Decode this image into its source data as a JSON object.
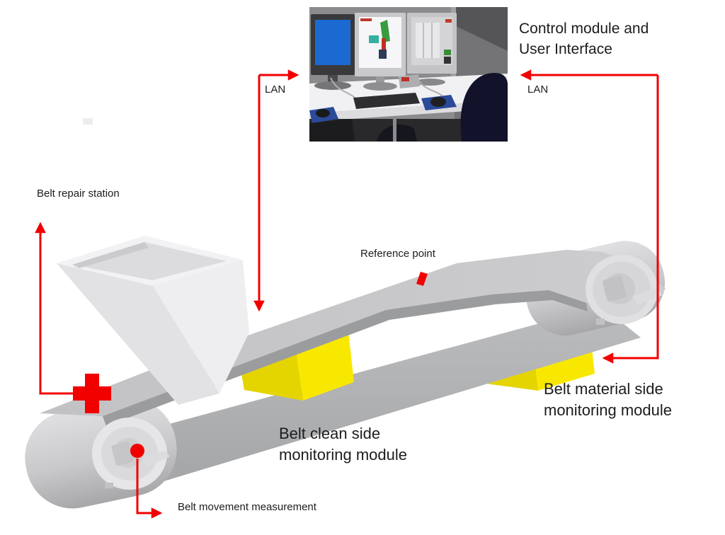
{
  "title": "Conveyor belt monitoring system diagram",
  "colors": {
    "annotation_red": "#f20000",
    "module_yellow": "#f8e800",
    "module_yellow_shade": "#e4d400",
    "screen_blue": "#1b6ad2"
  },
  "labels": {
    "control_module_line1": "Control module and",
    "control_module_line2": "User Interface",
    "lan_left": "LAN",
    "lan_right": "LAN",
    "belt_repair_station": "Belt repair station",
    "reference_point": "Reference point",
    "belt_clean_line1": "Belt clean side",
    "belt_clean_line2": "monitoring module",
    "belt_material_line1": "Belt material side",
    "belt_material_line2": "monitoring module",
    "belt_movement": "Belt movement measurement"
  }
}
